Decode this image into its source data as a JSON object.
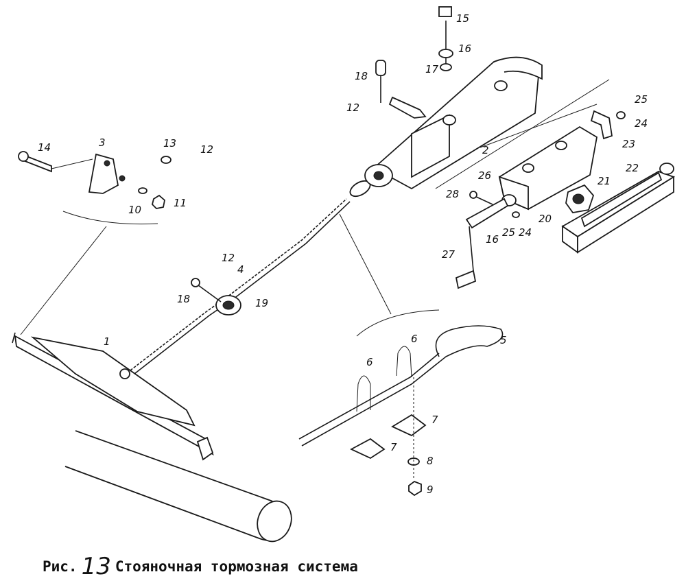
{
  "caption": {
    "prefix": "Рис.",
    "number": "13",
    "title": "Стояночная тормозная система"
  },
  "labels": {
    "l1": "1",
    "l2": "2",
    "l3": "3",
    "l4": "4",
    "l5": "5",
    "l6a": "6",
    "l6b": "6",
    "l7a": "7",
    "l7b": "7",
    "l8": "8",
    "l9": "9",
    "l10": "10",
    "l11": "11",
    "l12a": "12",
    "l12b": "12",
    "l12c": "12",
    "l13": "13",
    "l14": "14",
    "l15": "15",
    "l16a": "16",
    "l16b": "16",
    "l17": "17",
    "l18a": "18",
    "l18b": "18",
    "l19": "19",
    "l20": "20",
    "l21": "21",
    "l22": "22",
    "l23": "23",
    "l24a": "24",
    "l24b": "24",
    "l25a": "25",
    "l25b": "25",
    "l26": "26",
    "l27": "27",
    "l28": "28"
  }
}
